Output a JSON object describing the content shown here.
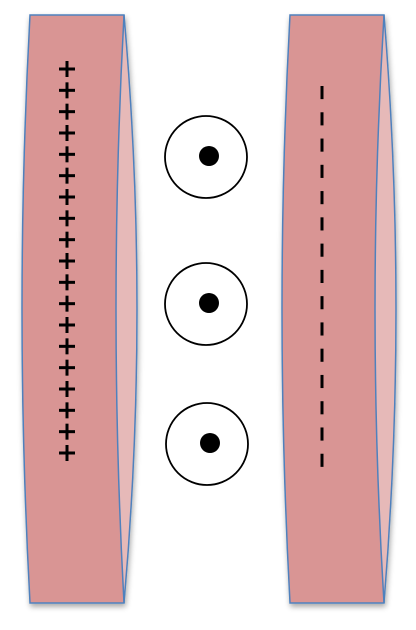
{
  "diagram": {
    "plates": [
      {
        "id": "left-plate",
        "charge_symbol": "+",
        "charge_count": 19
      },
      {
        "id": "right-plate",
        "charge_symbol": "-",
        "charge_count": 15
      }
    ],
    "field_markers": {
      "symbol": "dot-in-circle",
      "meaning": "out-of-page",
      "count": 3
    },
    "colors": {
      "plate_face": "#d99594",
      "plate_side": "#e6b9b8",
      "plate_edge": "#4f81bd",
      "symbol": "#000000",
      "marker_fill": "#ffffff"
    }
  }
}
